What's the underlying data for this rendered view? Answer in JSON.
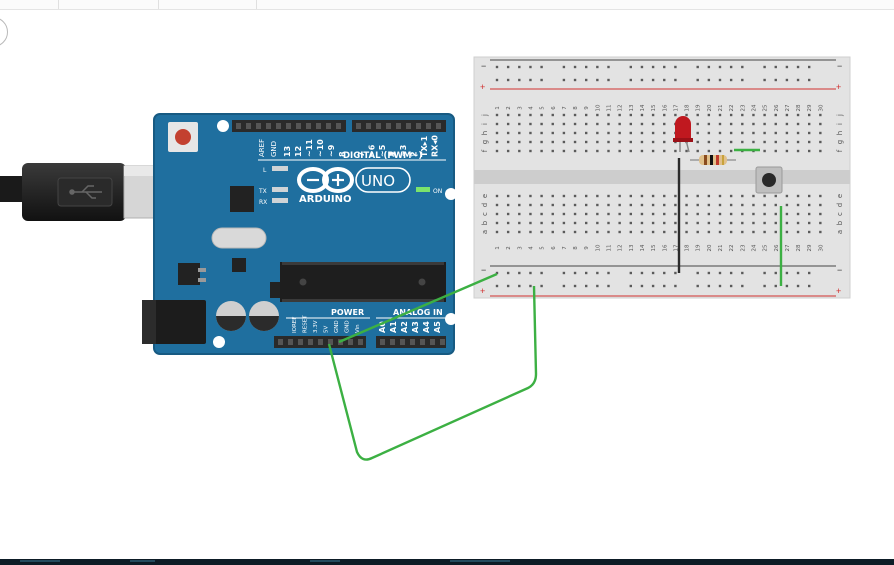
{
  "arduino": {
    "aref": "AREF",
    "gnd": "GND",
    "pins_top_a": [
      "13",
      "12",
      "~11",
      "~10",
      "~9",
      "8"
    ],
    "pins_top_b": [
      "7",
      "~6",
      "~5",
      "4",
      "~3",
      "2",
      "TX▸1",
      "RX◂0"
    ],
    "digital": "DIGITAL (PWM~)",
    "brand": "ARDUINO",
    "model": "UNO",
    "on": "ON",
    "led_l": "L",
    "led_tx": "TX",
    "led_rx": "RX",
    "power": "POWER",
    "analog": "ANALOG IN",
    "power_pins": [
      "IOREF",
      "RESET",
      "3.3V",
      "5V",
      "GND",
      "GND",
      "Vin"
    ],
    "analog_pins": [
      "A0",
      "A1",
      "A2",
      "A3",
      "A4",
      "A5"
    ]
  },
  "breadboard": {
    "cols": [
      "1",
      "2",
      "3",
      "4",
      "5",
      "6",
      "7",
      "8",
      "9",
      "10",
      "11",
      "12",
      "13",
      "14",
      "15",
      "16",
      "17",
      "18",
      "19",
      "20",
      "21",
      "22",
      "23",
      "24",
      "25",
      "26",
      "27",
      "28",
      "29",
      "30"
    ],
    "rows_top": [
      "j",
      "i",
      "h",
      "g",
      "f"
    ],
    "rows_bottom": [
      "e",
      "d",
      "c",
      "b",
      "a"
    ],
    "rail_minus": "−",
    "rail_plus": "+"
  },
  "colors": {
    "board": "#1f6f9f",
    "wire": "#3cb043",
    "black_wire": "#2b2b2b",
    "led": "#c0181f",
    "rail_red": "#d1302f",
    "rail_black": "#444444"
  }
}
